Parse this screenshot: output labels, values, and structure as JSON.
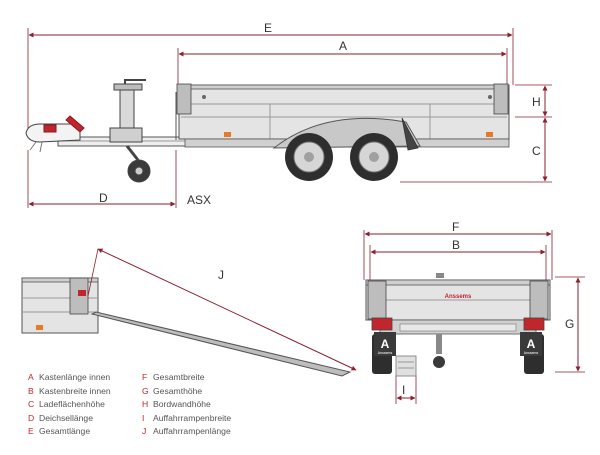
{
  "model": "ASX",
  "dimension_letters": {
    "A": "A",
    "B": "B",
    "C": "C",
    "D": "D",
    "E": "E",
    "F": "F",
    "G": "G",
    "H": "H",
    "I": "I",
    "J": "J"
  },
  "brand": "Anssems",
  "rear_badge": "A",
  "rear_badge_brand": "Anssems",
  "legend": [
    {
      "key": "A",
      "label": "Kastenlänge innen"
    },
    {
      "key": "B",
      "label": "Kastenbreite innen"
    },
    {
      "key": "C",
      "label": "Ladeflächenhöhe"
    },
    {
      "key": "D",
      "label": "Deichsellänge"
    },
    {
      "key": "E",
      "label": "Gesamtlänge"
    },
    {
      "key": "F",
      "label": "Gesamtbreite"
    },
    {
      "key": "G",
      "label": "Gesamthöhe"
    },
    {
      "key": "H",
      "label": "Bordwandhöhe"
    },
    {
      "key": "I",
      "label": "Auffahrrampenbreite"
    },
    {
      "key": "J",
      "label": "Auffahrrampenlänge"
    }
  ],
  "colors": {
    "dimension_line": "#8a2230",
    "outline": "#555555",
    "body_fill": "#e4e4e4",
    "accent_red": "#c0262c",
    "reflector_orange": "#e8782a"
  }
}
